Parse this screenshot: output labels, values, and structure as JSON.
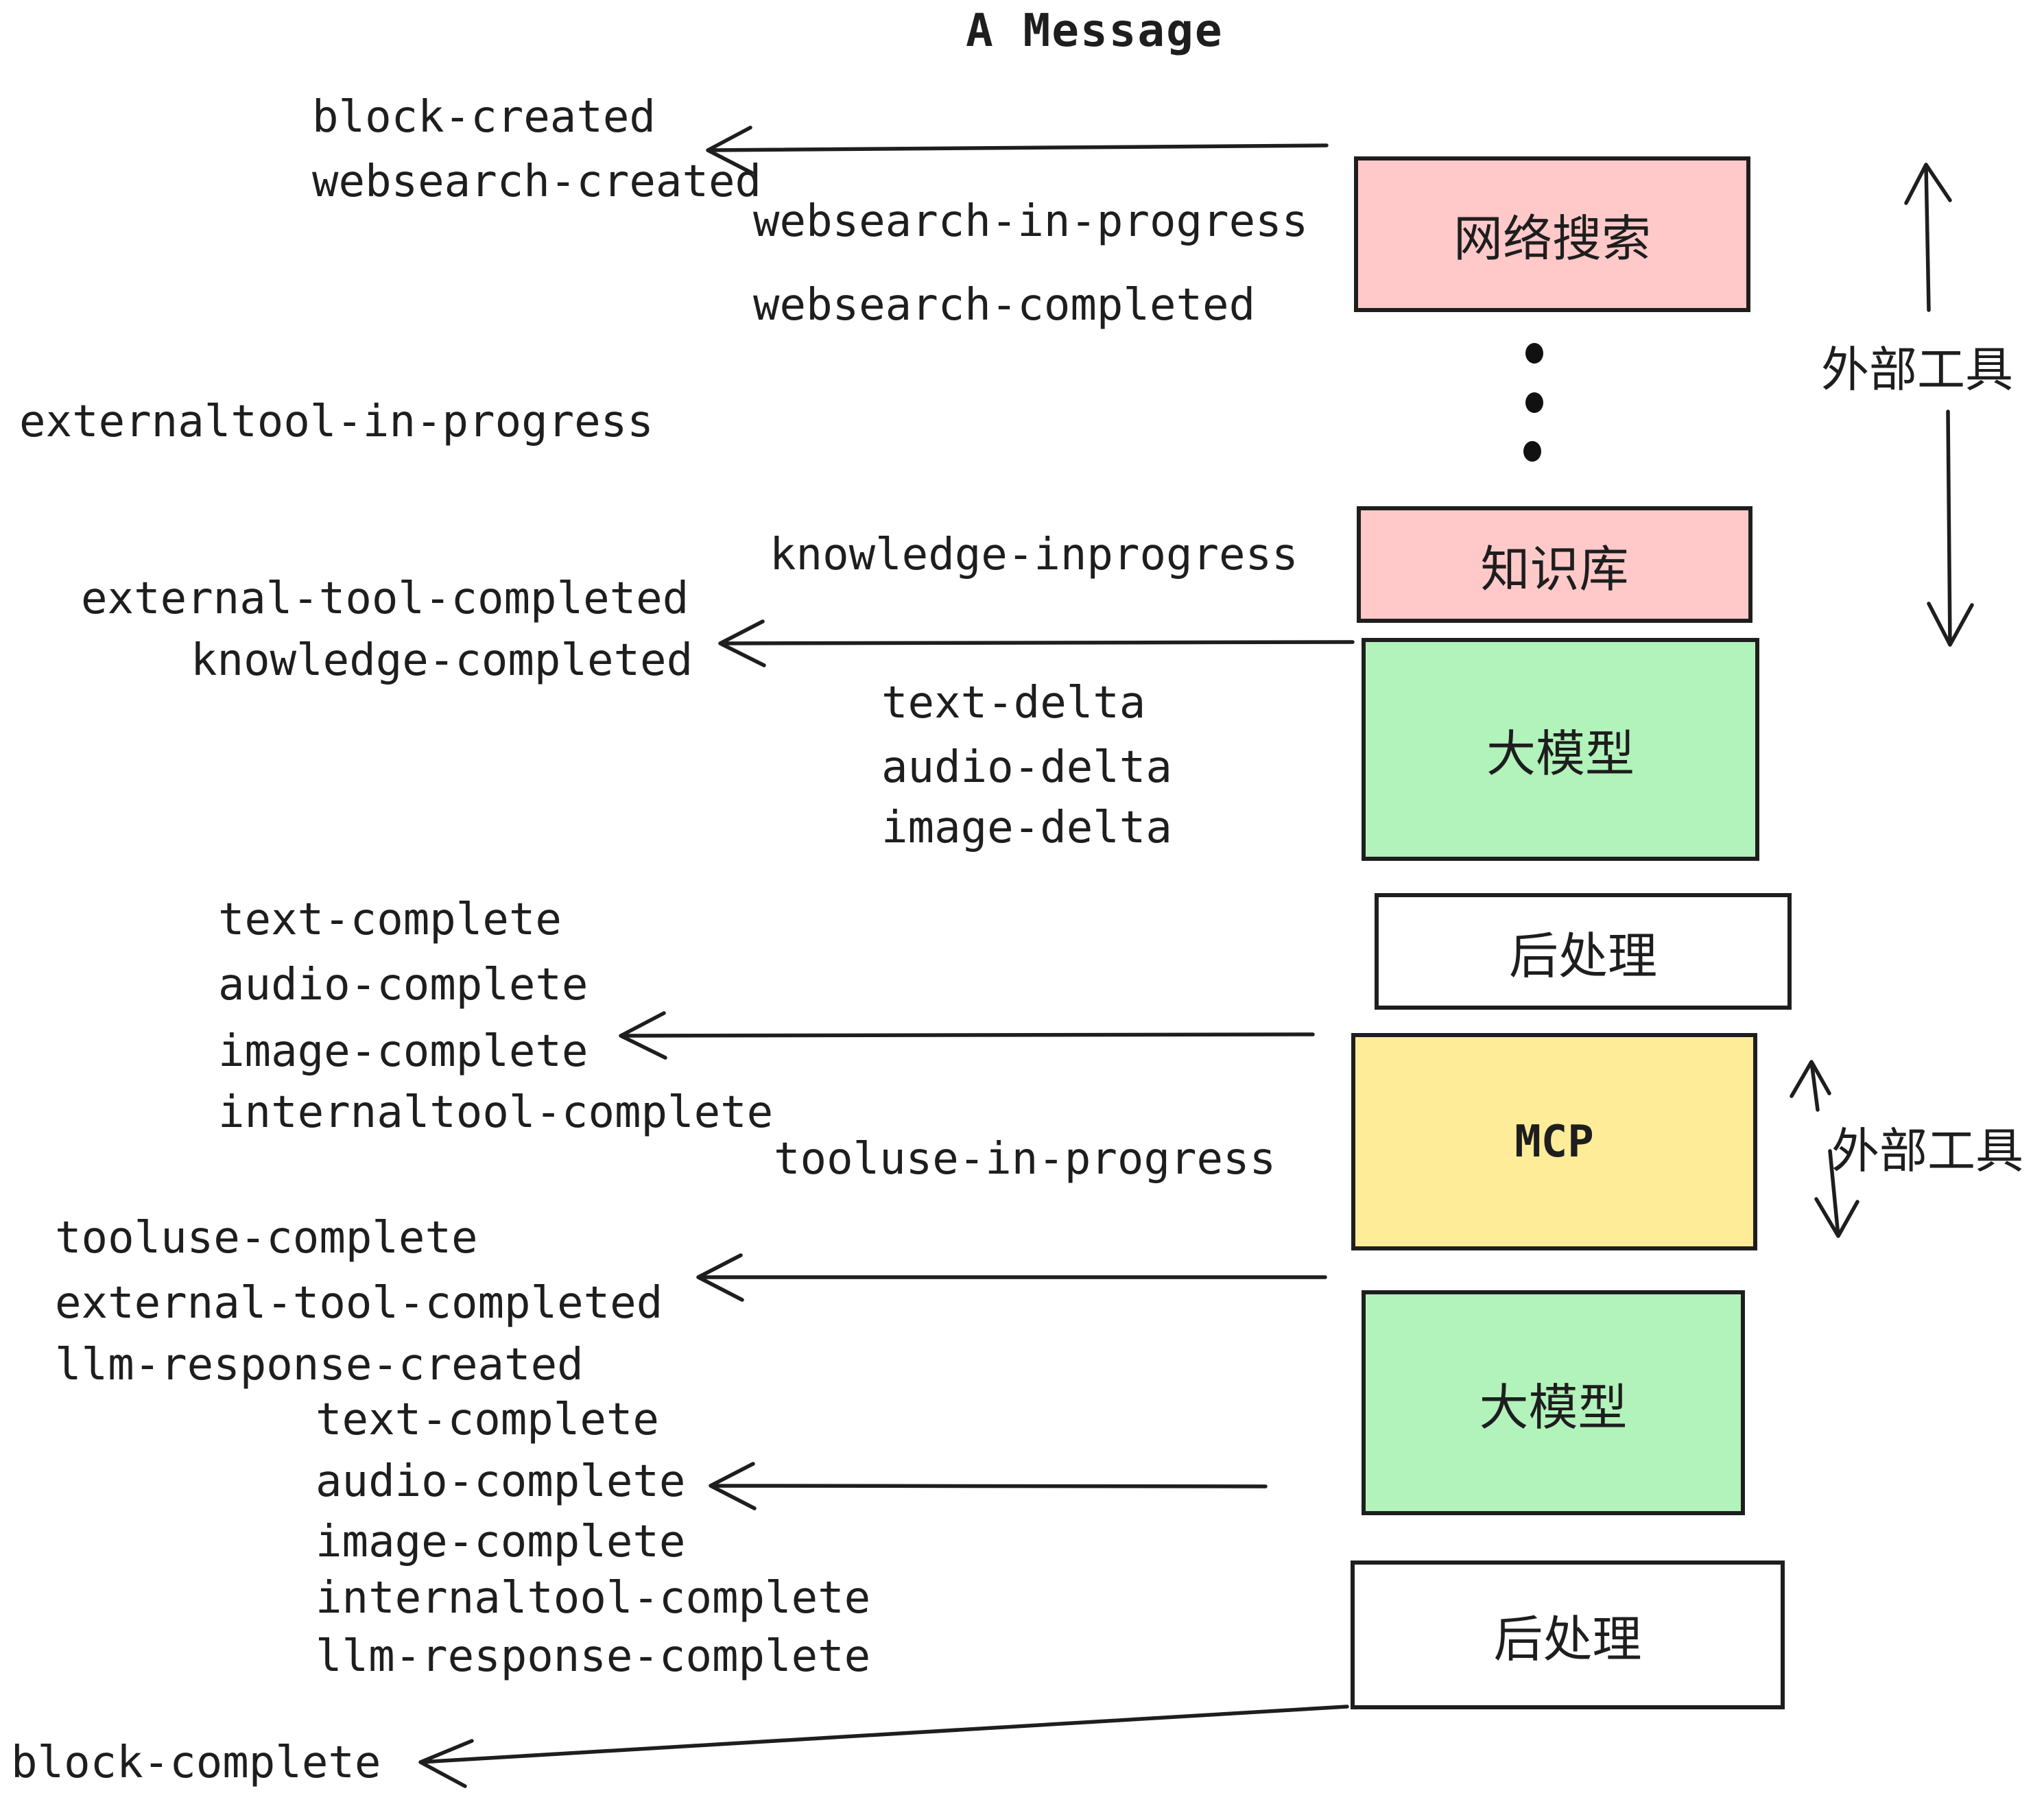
{
  "title": "A Message",
  "colors": {
    "ink": "#1e1e1e",
    "pink": "#ffc9c9",
    "green": "#b2f2bb",
    "yellow": "#ffec99",
    "white": "#ffffff"
  },
  "boxes": [
    {
      "id": "websearch",
      "label": "网络搜索",
      "color": "#ffc9c9"
    },
    {
      "id": "knowledge",
      "label": "知识库",
      "color": "#ffc9c9"
    },
    {
      "id": "llm-1",
      "label": "大模型",
      "color": "#b2f2bb"
    },
    {
      "id": "postprocess-1",
      "label": "后处理",
      "color": "#ffffff"
    },
    {
      "id": "mcp",
      "label": "MCP",
      "color": "#ffec99"
    },
    {
      "id": "llm-2",
      "label": "大模型",
      "color": "#b2f2bb"
    },
    {
      "id": "postprocess-2",
      "label": "后处理",
      "color": "#ffffff"
    }
  ],
  "side_labels": [
    {
      "id": "external-tools-top",
      "text": "外部工具"
    },
    {
      "id": "external-tools-bottom",
      "text": "外部工具"
    }
  ],
  "event_labels": [
    {
      "text": "block-created"
    },
    {
      "text": "websearch-created"
    },
    {
      "text": "websearch-in-progress"
    },
    {
      "text": "websearch-completed"
    },
    {
      "text": "externaltool-in-progress"
    },
    {
      "text": "knowledge-inprogress"
    },
    {
      "text": "external-tool-completed"
    },
    {
      "text": "knowledge-completed"
    },
    {
      "text": "text-delta"
    },
    {
      "text": "audio-delta"
    },
    {
      "text": "image-delta"
    },
    {
      "text": "text-complete"
    },
    {
      "text": "audio-complete"
    },
    {
      "text": "image-complete"
    },
    {
      "text": "internaltool-complete"
    },
    {
      "text": "tooluse-in-progress"
    },
    {
      "text": "tooluse-complete"
    },
    {
      "text": "external-tool-completed"
    },
    {
      "text": "llm-response-created"
    },
    {
      "text": "text-complete"
    },
    {
      "text": "audio-complete"
    },
    {
      "text": "image-complete"
    },
    {
      "text": "internaltool-complete"
    },
    {
      "text": "llm-response-complete"
    },
    {
      "text": "block-complete"
    }
  ]
}
